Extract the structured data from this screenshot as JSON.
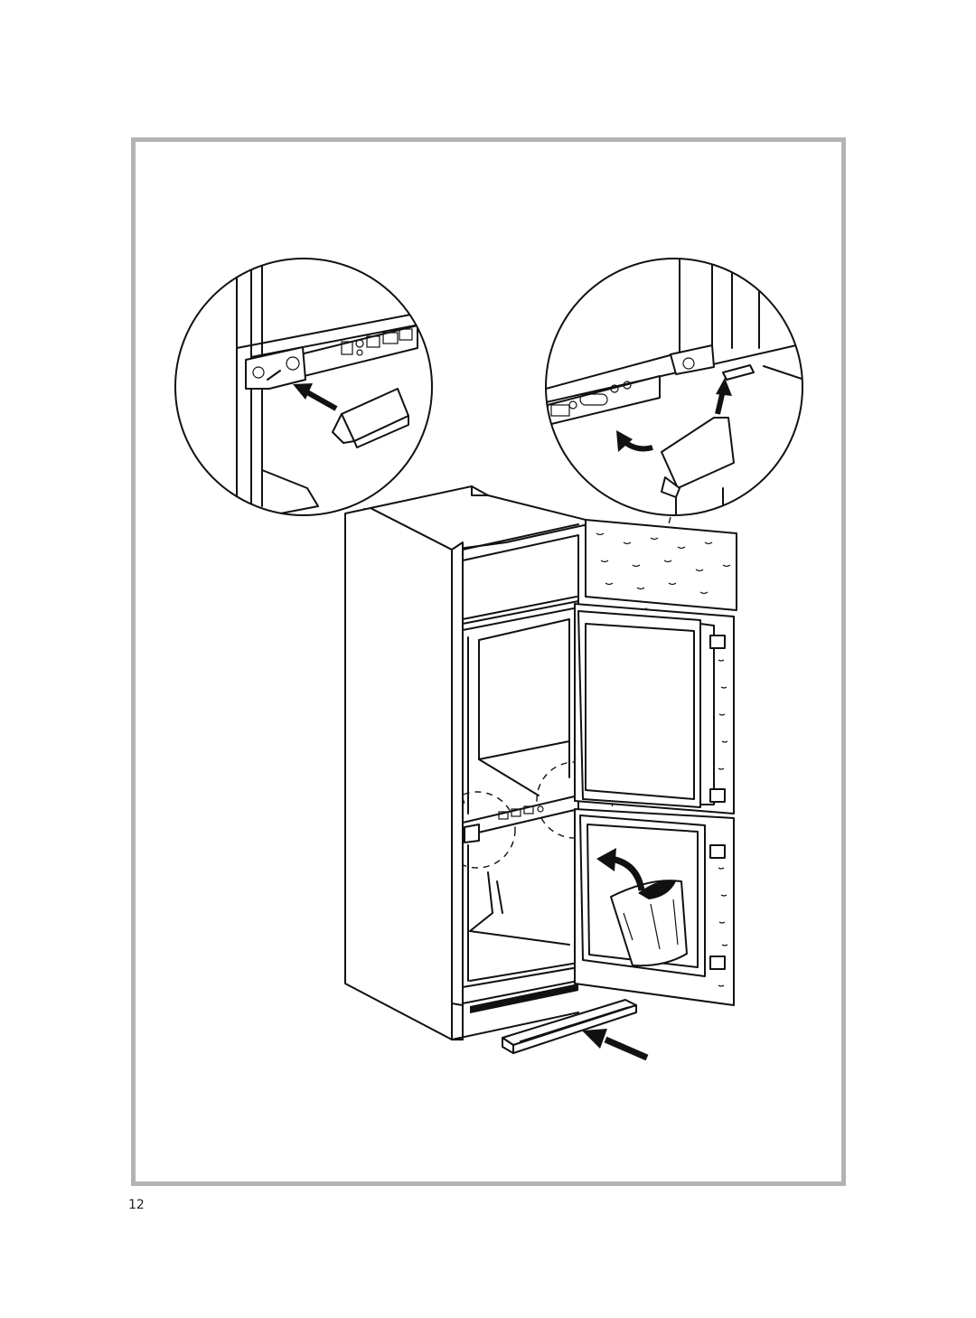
{
  "page": {
    "number": "12"
  },
  "frame": {
    "border_color": "#b3b3b3"
  },
  "illustration": {
    "callouts": [
      "left-hinge-cover-detail",
      "right-hinge-cover-detail"
    ],
    "icons": [
      "push-arrow-icon",
      "curved-arrow-icon",
      "up-arrow-icon"
    ]
  }
}
